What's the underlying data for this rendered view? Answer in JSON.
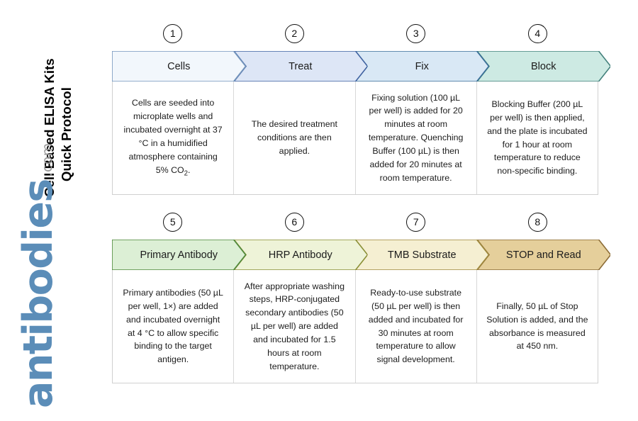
{
  "title": {
    "line1": "Cell Based ELISA Kits",
    "line2": "Quick Protocol"
  },
  "logo": {
    "word": "antibodies",
    "tld": ".com",
    "color": "#5b8db8",
    "tld_color": "#9a9a9a"
  },
  "rows": [
    {
      "steps": [
        {
          "number": "1",
          "label": "Cells",
          "body": "Cells are seeded into microplate wells and incubated overnight at 37 °C in a humidified atmosphere containing 5% CO",
          "body_sub": "2",
          "body_tail": ".",
          "fill": "#f2f7fc",
          "stroke": "#7596bd"
        },
        {
          "number": "2",
          "label": "Treat",
          "body": "The desired treatment conditions are then applied.",
          "fill": "#dde6f6",
          "stroke": "#3f62a0"
        },
        {
          "number": "3",
          "label": "Fix",
          "body": "Fixing solution (100 µL per well) is added for 20 minutes at room temperature. Quenching Buffer (100 µL) is then added for 20 minutes at room temperature.",
          "fill": "#d9e8f5",
          "stroke": "#3a6f99"
        },
        {
          "number": "4",
          "label": "Block",
          "body": "Blocking Buffer (200 µL per well) is then applied, and the plate is incubated for 1 hour at room temperature to reduce non-specific binding.",
          "fill": "#cdeae3",
          "stroke": "#43817c"
        }
      ]
    },
    {
      "steps": [
        {
          "number": "5",
          "label": "Primary Antibody",
          "body": "Primary antibodies (50 µL per well, 1×) are added and incubated overnight at 4 °C to allow specific binding to the target antigen.",
          "fill": "#dcefd5",
          "stroke": "#4f8a3d"
        },
        {
          "number": "6",
          "label": "HRP Antibody",
          "body": "After appropriate washing steps, HRP-conjugated secondary antibodies (50 µL per well) are added and incubated for 1.5 hours at room temperature.",
          "fill": "#eef3d8",
          "stroke": "#8a8f36"
        },
        {
          "number": "7",
          "label": "TMB Substrate",
          "body": "Ready-to-use substrate (50 µL per well) is then added and incubated for 30 minutes at room temperature to allow signal development.",
          "fill": "#f5efd2",
          "stroke": "#a08a3e"
        },
        {
          "number": "8",
          "label": "STOP and Read",
          "body": "Finally, 50 µL of Stop Solution is added, and the absorbance is measured at 450 nm.",
          "fill": "#e5cf9b",
          "stroke": "#8c6c36"
        }
      ]
    }
  ]
}
